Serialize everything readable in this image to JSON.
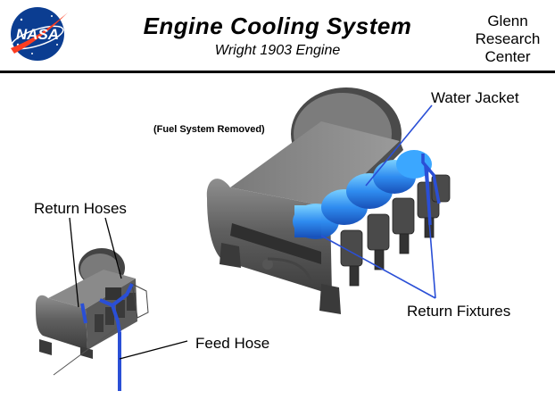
{
  "header": {
    "title": "Engine Cooling System",
    "subtitle": "Wright 1903 Engine",
    "center_lines": [
      "Glenn",
      "Research",
      "Center"
    ],
    "logo_text": "NASA"
  },
  "diagram": {
    "note": "(Fuel System Removed)",
    "labels": {
      "water_jacket": "Water Jacket",
      "return_hoses": "Return Hoses",
      "return_fixtures": "Return Fixtures",
      "feed_hose": "Feed Hose"
    }
  },
  "colors": {
    "coolant_blue": "#2a4fd6",
    "water_jacket_blue": "#3ba7ff",
    "engine_gray": "#6e6e6e",
    "nasa_blue": "#0b3d91",
    "nasa_red": "#fc3d21"
  }
}
